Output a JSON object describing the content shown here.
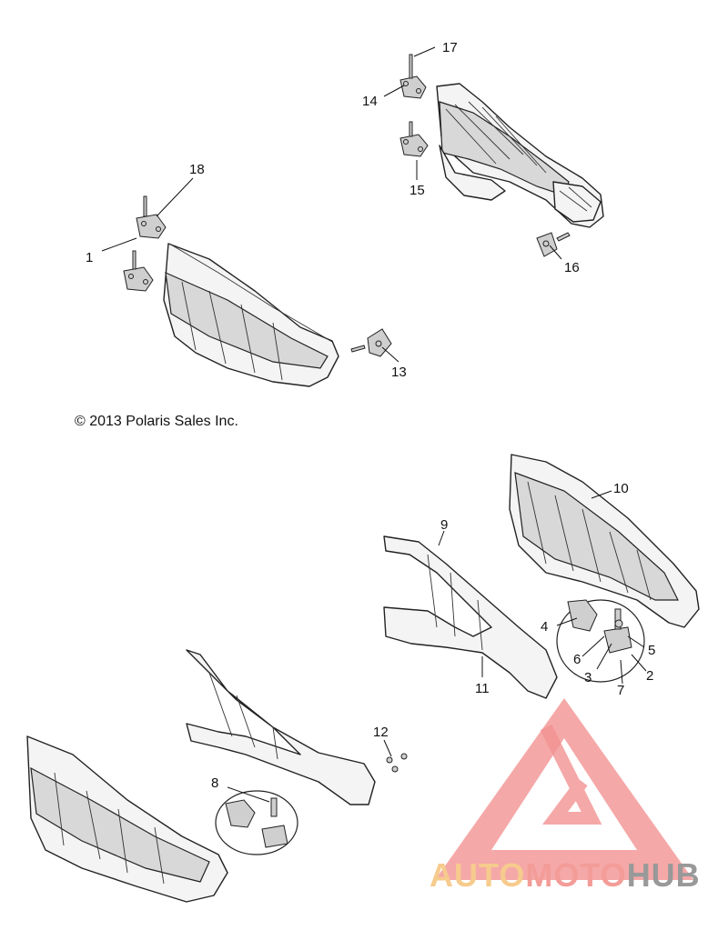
{
  "copyright": "© 2013 Polaris Sales Inc.",
  "callouts": {
    "c1": "1",
    "c2": "2",
    "c3": "3",
    "c4": "4",
    "c5": "5",
    "c6": "6",
    "c7": "7",
    "c8": "8",
    "c9": "9",
    "c10": "10",
    "c11": "11",
    "c12": "12",
    "c13": "13",
    "c14": "14",
    "c15": "15",
    "c16": "16",
    "c17": "17",
    "c18": "18"
  },
  "watermark": {
    "part1": "AUTO",
    "part2": "MOTO",
    "part3": "HUB",
    "colors": {
      "auto": "#f5c27a",
      "moto": "#f28b87",
      "hub": "#888888",
      "triangle": "#f08080"
    }
  }
}
